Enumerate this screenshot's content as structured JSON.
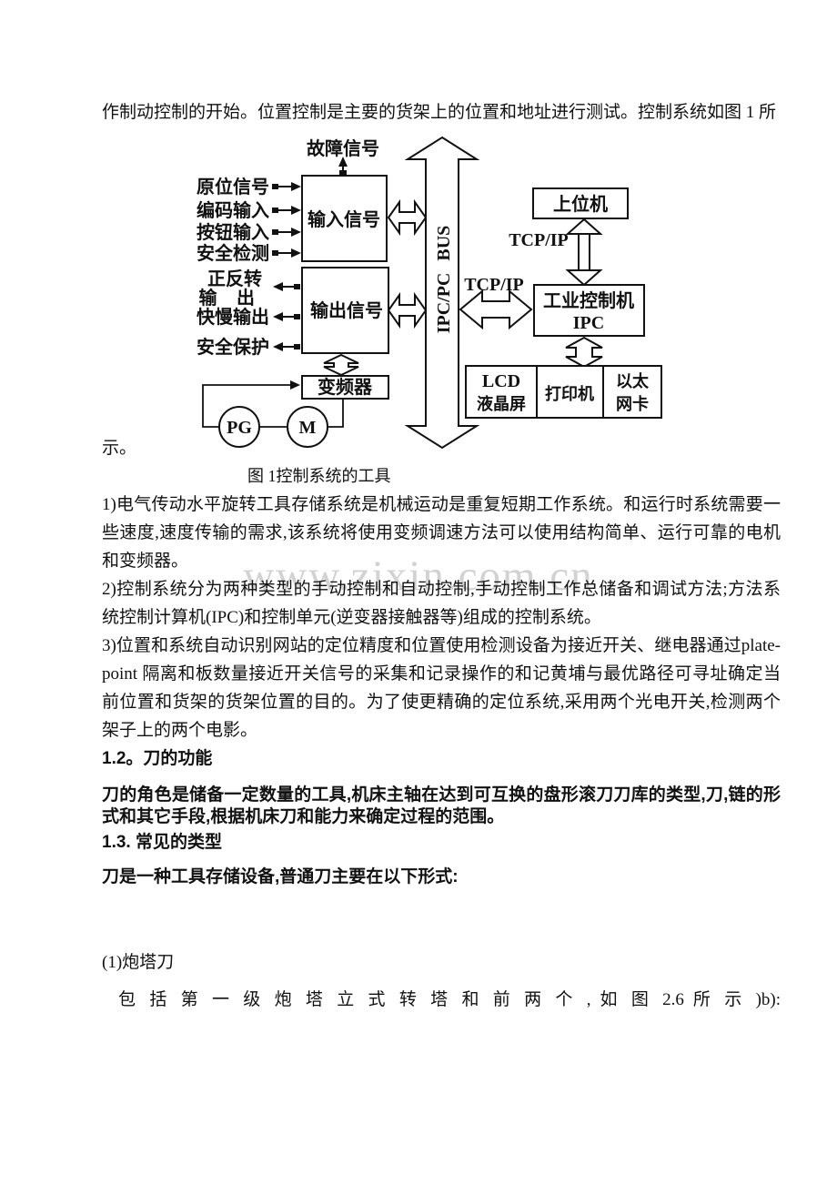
{
  "watermark": "www.zixin.com.cn",
  "body": {
    "line1": "作制动控制的开始。位置控制是主要的货架上的位置和地址进行测试。控制系统如图 1 所",
    "shi": "示。",
    "p1": "1)电气传动水平旋转工具存储系统是机械运动是重复短期工作系统。和运行时系统需要一些速度,速度传输的需求,该系统将使用变频调速方法可以使用结构简单、运行可靠的电机和变频器。",
    "p2": "2)控制系统分为两种类型的手动控制和自动控制,手动控制工作总储备和调试方法;方法系统控制计算机(IPC)和控制单元(逆变器接触器等)组成的控制系统。",
    "p3": "3)位置和系统自动识别网站的定位精度和位置使用检测设备为接近开关、继电器通过plate-point 隔离和板数量接近开关信号的采集和记录操作的和记黄埔与最优路径可寻址确定当前位置和货架的货架位置的目的。为了使更精确的定位系统,采用两个光电开关,检测两个架子上的两个电影。",
    "h12": "1.2。刀的功能",
    "p4": "刀的角色是储备一定数量的工具,机床主轴在达到可互换的盘形滚刀刀库的类型,刀,链的形式和其它手段,根据机床刀和能力来确定过程的范围。",
    "h13": "1.3. 常见的类型",
    "p5": "刀是一种工具存储设备,普通刀主要在以下形式:",
    "p6": "(1)炮塔刀",
    "p7": "包 括 第 一 级 炮 塔 立 式 转 塔 和 前 两 个 , 如 图 2.6 所 示 )b):"
  },
  "figure": {
    "caption": "图 1控制系统的工具",
    "fault_signal": "故障信号",
    "input_box": "输入信号",
    "output_box": "输出信号",
    "inverter_box": "变频器",
    "bus_label": "IPC/PC BUS",
    "host_box": "上位机",
    "tcpip_top": "TCP/IP",
    "tcpip_left": "TCP/IP",
    "ipc_line1": "工业控制机",
    "ipc_line2": "IPC",
    "pg": "PG",
    "m": "M",
    "lcd_line1": "LCD",
    "lcd_line2": "液晶屏",
    "printer": "打印机",
    "eth_line1": "以太",
    "eth_line2": "网卡",
    "in1": "原位信号",
    "in2": "编码输入",
    "in3": "按钮输入",
    "in4": "安全检测",
    "out1a": "正反转",
    "out1b": "输 出",
    "out2": "快慢输出",
    "out3": "安全保护"
  }
}
